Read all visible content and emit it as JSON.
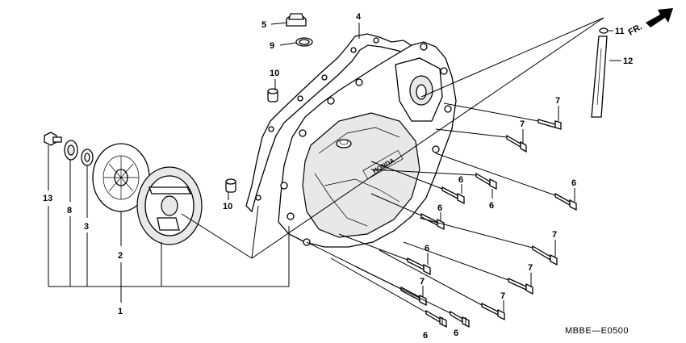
{
  "diagram": {
    "catalog_code": "MBBE—E0500",
    "direction_label": "FR.",
    "callouts": [
      {
        "id": "c5",
        "text": "5"
      },
      {
        "id": "c9",
        "text": "9"
      },
      {
        "id": "c4",
        "text": "4"
      },
      {
        "id": "c11",
        "text": "11"
      },
      {
        "id": "c12",
        "text": "12"
      },
      {
        "id": "c10a",
        "text": "10"
      },
      {
        "id": "c10b",
        "text": "10"
      },
      {
        "id": "c13",
        "text": "13"
      },
      {
        "id": "c8",
        "text": "8"
      },
      {
        "id": "c3",
        "text": "3"
      },
      {
        "id": "c2",
        "text": "2"
      },
      {
        "id": "c1",
        "text": "1"
      },
      {
        "id": "c7a",
        "text": "7"
      },
      {
        "id": "c7b",
        "text": "7"
      },
      {
        "id": "c6a",
        "text": "6"
      },
      {
        "id": "c6b",
        "text": "6"
      },
      {
        "id": "c6c",
        "text": "6"
      },
      {
        "id": "c6d",
        "text": "6"
      },
      {
        "id": "c7c",
        "text": "7"
      },
      {
        "id": "c6e",
        "text": "6"
      },
      {
        "id": "c7d",
        "text": "7"
      },
      {
        "id": "c7e",
        "text": "7"
      },
      {
        "id": "c7f",
        "text": "7"
      },
      {
        "id": "c6f",
        "text": "6"
      },
      {
        "id": "c6g",
        "text": "6"
      }
    ],
    "cover_logo": "HONDA"
  }
}
